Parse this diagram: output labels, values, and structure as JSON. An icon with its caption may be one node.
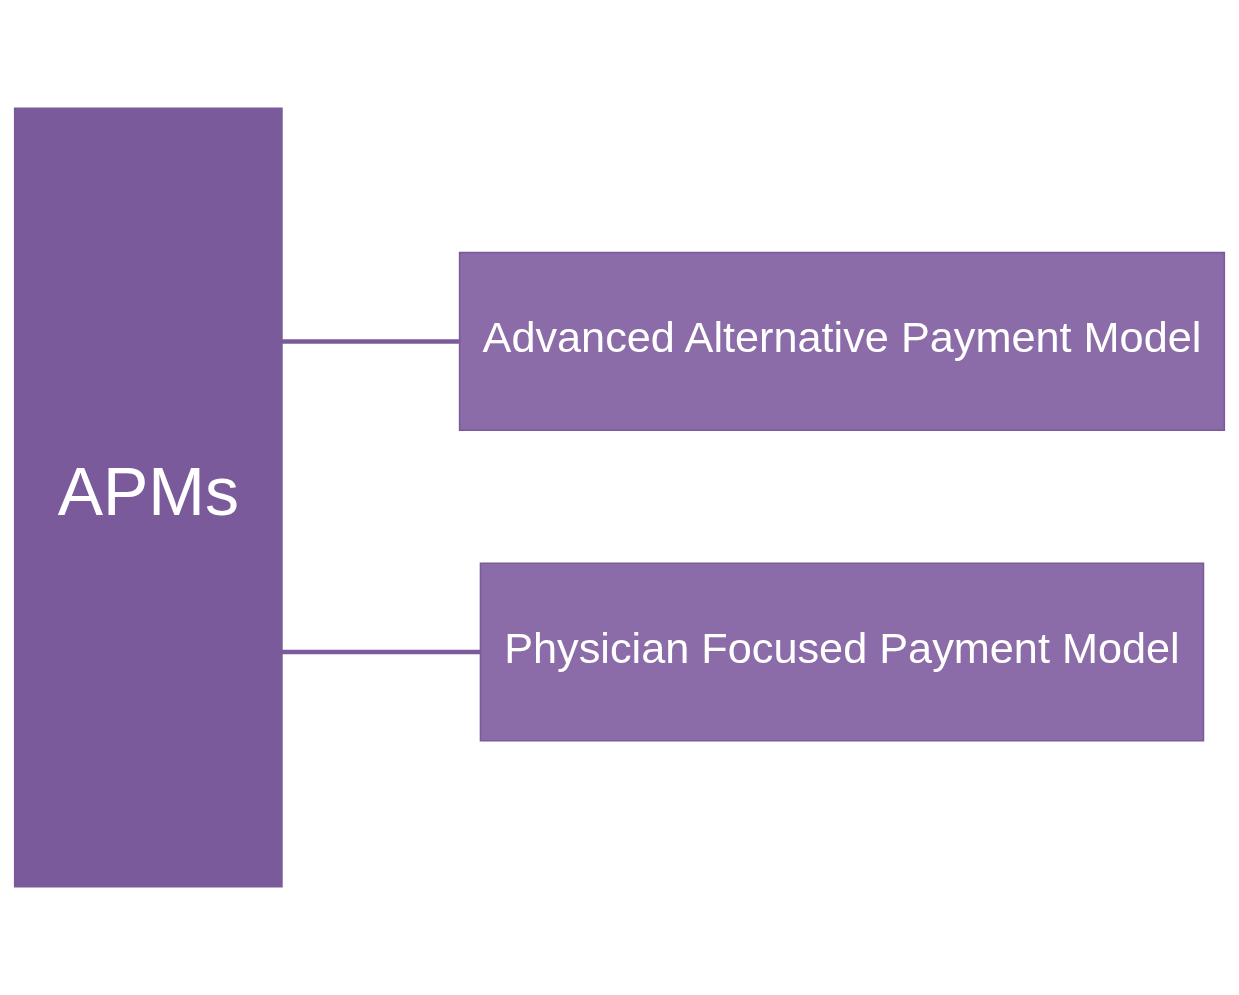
{
  "diagram": {
    "nodes": [
      {
        "text": [
          "APMs"
        ]
      },
      {
        "text": [
          "Advanced Alternative Payment Model"
        ]
      },
      {
        "text": [
          "Physician Focused Payment Model"
        ]
      }
    ],
    "edges": [
      {
        "from": 0,
        "to": 1,
        "arrow": "none"
      },
      {
        "from": 0,
        "to": 2,
        "arrow": "none"
      }
    ]
  }
}
